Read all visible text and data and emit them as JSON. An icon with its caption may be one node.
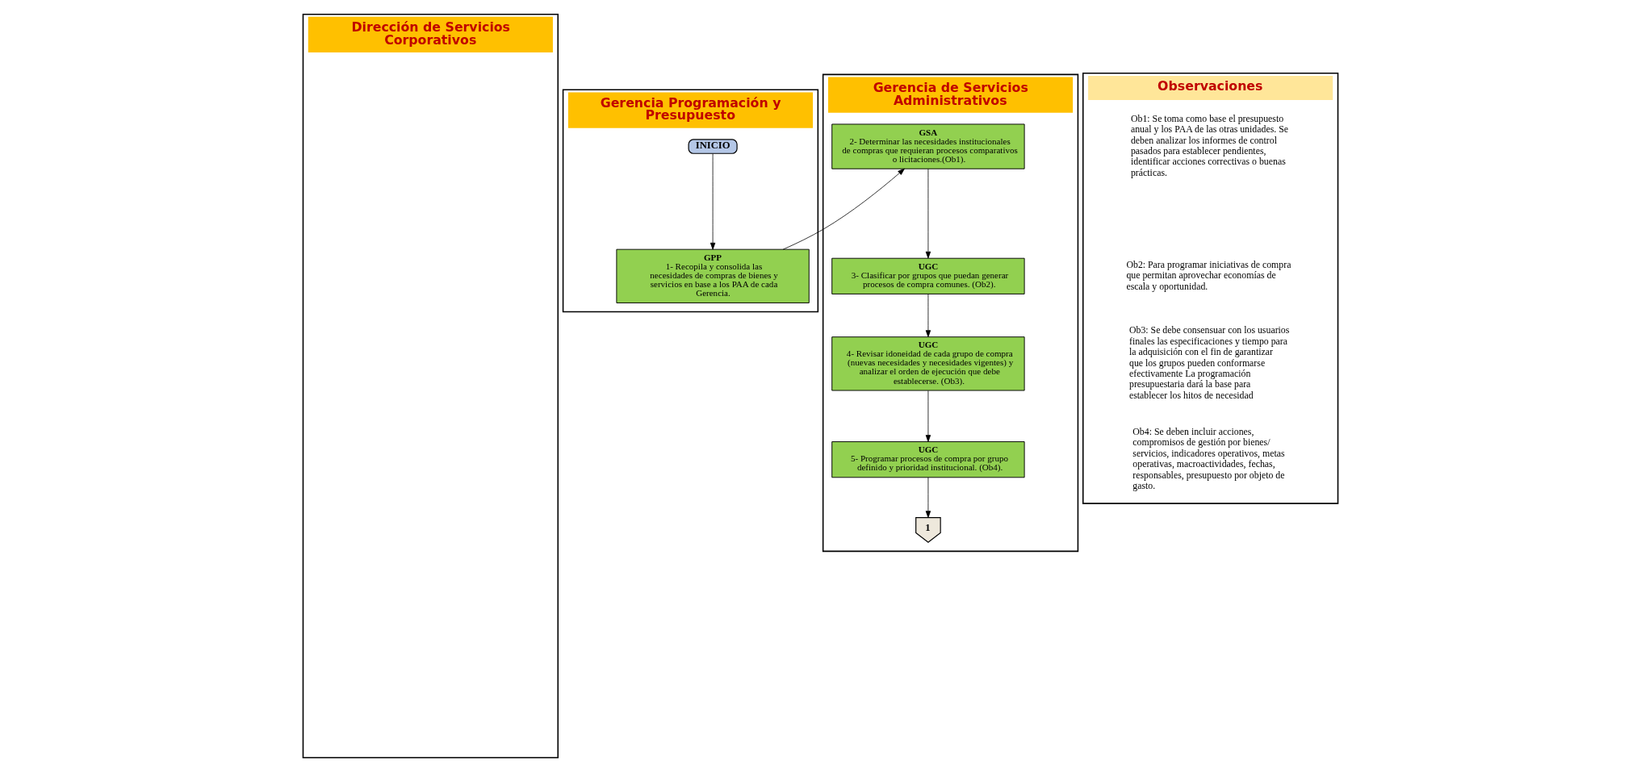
{
  "diagram": {
    "nodes": [
      {
        "text": [
          "Dirección de Servicios Corporativos"
        ]
      },
      {
        "text": [
          "Gerencia Programación y Presupuesto"
        ]
      },
      {
        "text": [
          "Gerencia de Servicios Administrativos"
        ]
      },
      {
        "text": [
          "Observaciones"
        ]
      },
      {
        "text": [
          "INICIO"
        ],
        "in": 1
      },
      {
        "text": [
          "GPP",
          "1- Recopila y consolida las necesidades de compras de bienes y servicios en base a los PAA de cada Gerencia."
        ],
        "in": 1
      },
      {
        "text": [
          "GSA",
          "2- Determinar las necesidades institucionales de compras que requieran procesos comparativos o licitaciones.(Ob1)."
        ],
        "in": 2
      },
      {
        "text": [
          "UGC",
          "3- Clasificar por grupos que puedan generar procesos de compra comunes. (Ob2)."
        ],
        "in": 2
      },
      {
        "text": [
          "UGC",
          "4- Revisar idoneidad de cada grupo de compra (nuevas necesidades y necesidades vigentes) y analizar el orden de ejecución que debe establecerse. (Ob3)."
        ],
        "in": 2
      },
      {
        "text": [
          "UGC",
          "5- Programar procesos de compra por grupo definido y prioridad institucional. (Ob4)."
        ],
        "in": 2
      },
      {
        "text": [
          "1"
        ],
        "in": 2
      }
    ],
    "edges": [
      {
        "from": 4,
        "to": 5,
        "arrow": "to"
      },
      {
        "from": 5,
        "to": 6,
        "arrow": "to"
      },
      {
        "from": 6,
        "to": 7,
        "arrow": "to"
      },
      {
        "from": 7,
        "to": 8,
        "arrow": "to"
      },
      {
        "from": 8,
        "to": 9,
        "arrow": "to"
      },
      {
        "from": 9,
        "to": 10,
        "arrow": "to"
      }
    ],
    "labels": [
      "Ob1: Se toma como base el presupuesto anual y los PAA de las otras unidades. Se deben analizar los informes de control pasados para establecer pendientes, identificar acciones correctivas o buenas prácticas.",
      "Ob2: Para programar iniciativas de compra que permitan aprovechar economías de escala y oportunidad.",
      "Ob3: Se debe consensuar con los usuarios finales las especificaciones y tiempo para la adquisición con el fin de garantizar que los grupos pueden conformarse efectivamente La programación presupuestaria dará la base para establecer los hitos de necesidad",
      "Ob4: Se deben incluir acciones, compromisos de gestión por bienes/ servicios, indicadores operativos, metas operativas, macroactividades, fechas, responsables, presupuesto por objeto de gasto."
    ]
  }
}
